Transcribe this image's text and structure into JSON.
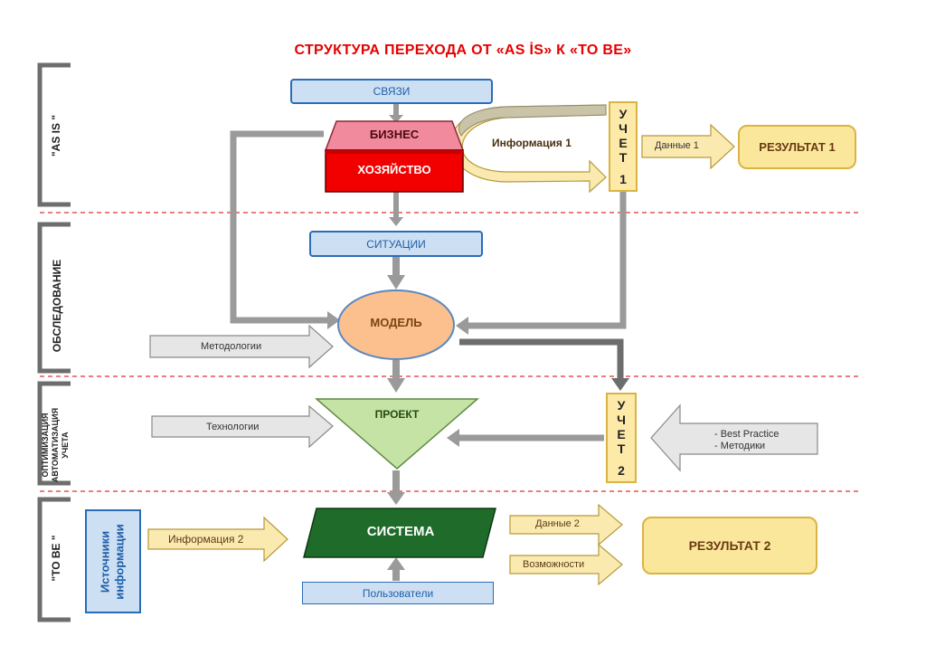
{
  "title": "СТРУКТУРА ПЕРЕХОДА ОТ «AS İS» К «TO BE»",
  "sections": {
    "as_is": "\"AS IS \"",
    "survey": "ОБСЛЕДОВАНИЕ",
    "optimization_line1": "ОПТИМИЗАЦИЯ",
    "optimization_line2": "АВТОМАТИЗАЦИЯ",
    "optimization_line3": "УЧЕТА",
    "to_be": "\"TO BE \""
  },
  "nodes": {
    "links": "СВЯЗИ",
    "business": "БИЗНЕС",
    "economy": "ХОЗЯЙСТВО",
    "situations": "СИТУАЦИИ",
    "model": "МОДЕЛЬ",
    "project": "ПРОЕКТ",
    "system": "СИСТЕМА",
    "users": "Пользователи",
    "sources_line1": "Источники",
    "sources_line2": "информации",
    "result1": "РЕЗУЛЬТАТ 1",
    "result2": "РЕЗУЛЬТАТ 2"
  },
  "uchet1": {
    "letters": [
      "У",
      "Ч",
      "Е",
      "Т"
    ],
    "number": "1"
  },
  "uchet2": {
    "letters": [
      "У",
      "Ч",
      "Е",
      "Т"
    ],
    "number": "2"
  },
  "arrows": {
    "info1": "Информация 1",
    "data1": "Данные 1",
    "methodologies": "Методологии",
    "technologies": "Технологии",
    "best_practice": "- Best Practice",
    "methods": "- Методики",
    "info2": "Информация 2",
    "data2": "Данные 2",
    "capabilities": "Возможности"
  },
  "colors": {
    "title": "#e60000",
    "divider": "#e03030",
    "flow_arrow": "#9a9a9a",
    "business_top": "#f08a9c",
    "economy": "#f20000",
    "model": "#fbc08e",
    "project": "#c6e3a6",
    "system": "#1f6b2a",
    "input_arrow": "#e6e6e6",
    "output_arrow": "#fbeab0"
  }
}
